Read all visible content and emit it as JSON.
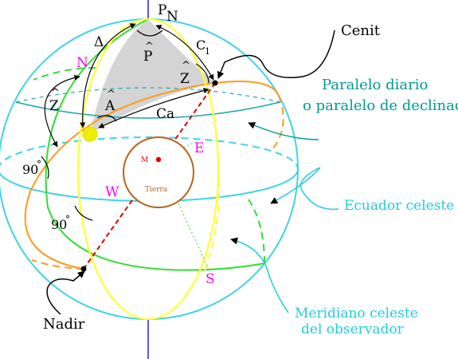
{
  "labels": {
    "pn": "P",
    "pn_sub": "N",
    "cenit": "Cenit",
    "paralelo_line1": "Paralelo diario",
    "paralelo_line2": "o paralelo de declinacion",
    "ecuador": "Ecuador celeste",
    "meridiano_line1": "Meridiano celeste",
    "meridiano_line2": "del observador",
    "nadir": "Nadir",
    "n": "N",
    "e": "E",
    "w": "W",
    "s": "S",
    "m": "M",
    "tierra": "Tierra",
    "delta": "Δ",
    "c1": "C",
    "c1_sub": "1",
    "p_angle": "P",
    "z_angle_upper": "Z",
    "z_angle_left": "Z",
    "a_angle": "A",
    "ca": "Ca",
    "deg90_upper": "90",
    "deg90_lower": "90",
    "deg_symbol": "°",
    "hat": "^"
  },
  "colors": {
    "sphere": "#3fd4e6",
    "horizon": "#ff9a1a",
    "meridian": "#ffff33",
    "vertical_circle": "#33dd33",
    "triangle_fill": "#d4d4d4",
    "zenith_nadir_axis": "#dd0000",
    "earth": "#b5651d",
    "callout_teal": "#009999",
    "callout_cyan": "#22ccdd",
    "magenta": "#ff00ff",
    "sun": "#eeee00",
    "black": "#000000",
    "axis_blue": "#2222cc"
  }
}
